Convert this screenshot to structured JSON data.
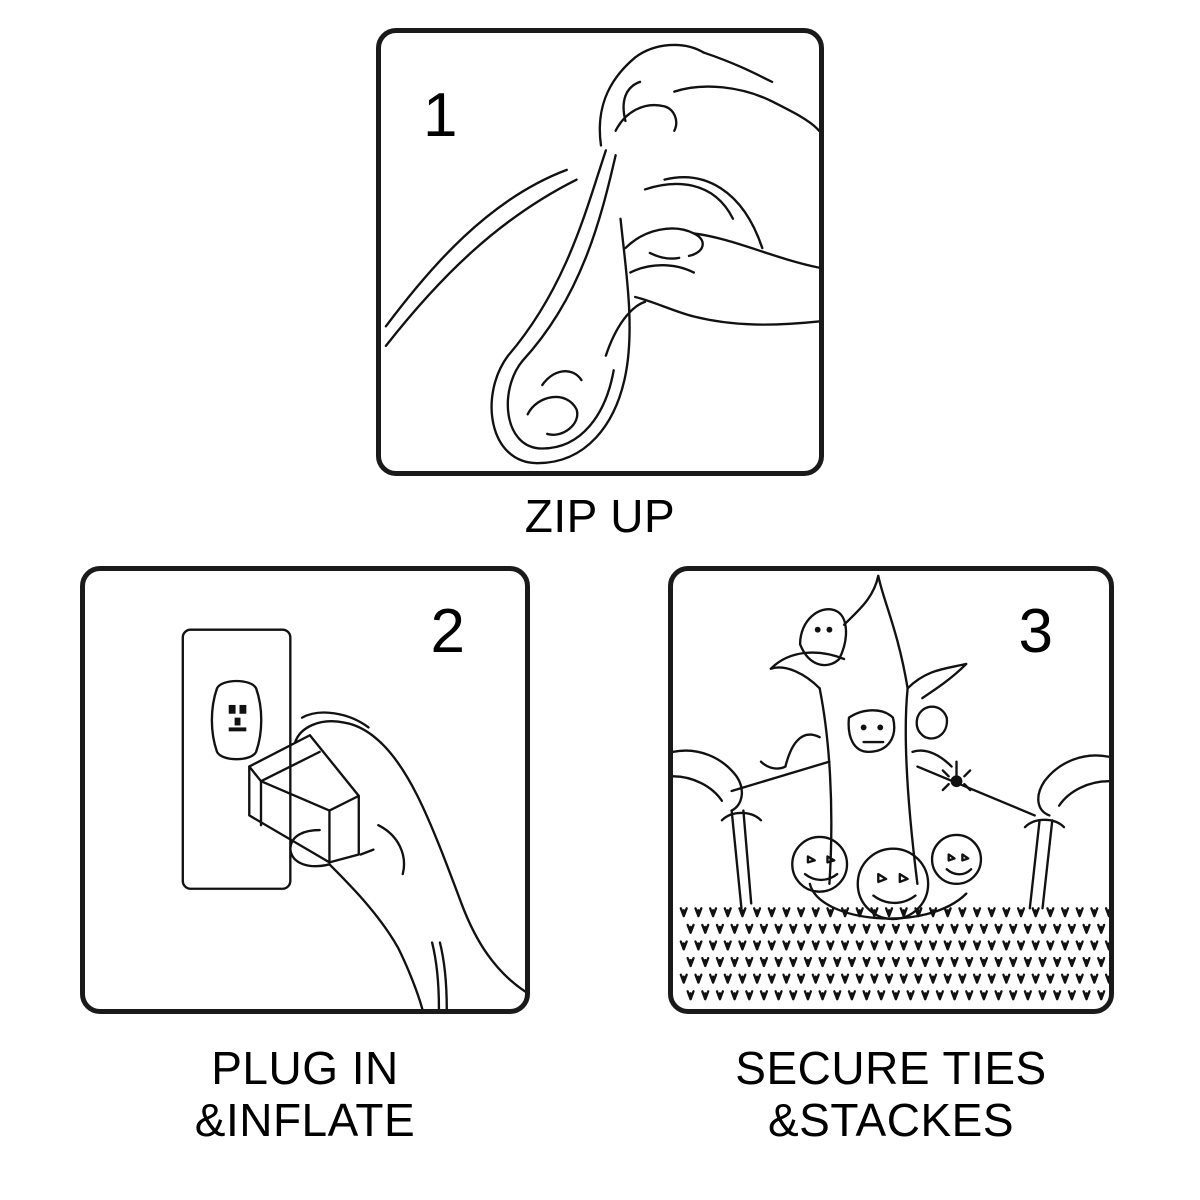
{
  "steps": [
    {
      "number": "1",
      "caption_lines": [
        "ZIP UP"
      ]
    },
    {
      "number": "2",
      "caption_lines": [
        "PLUG IN",
        "&INFLATE"
      ]
    },
    {
      "number": "3",
      "caption_lines": [
        "SECURE TIES",
        "&STACKES"
      ]
    }
  ],
  "colors": {
    "ink": "#1a1a1a",
    "background": "#ffffff"
  },
  "icons": {
    "step1": "hands-zipping-bag-illustration",
    "step2": "hand-plugging-into-outlet-illustration",
    "step3": "hands-staking-inflatable-tree-illustration"
  }
}
